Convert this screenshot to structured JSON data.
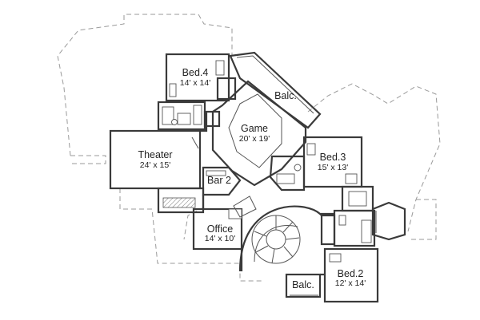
{
  "rooms": {
    "bed4": {
      "name": "Bed.4",
      "dims": "14' x 14'"
    },
    "balc_upper": {
      "name": "Balc.",
      "dims": ""
    },
    "game": {
      "name": "Game",
      "dims": "20' x 19'"
    },
    "theater": {
      "name": "Theater",
      "dims": "24' x 15'"
    },
    "bed3": {
      "name": "Bed.3",
      "dims": "15' x 13'"
    },
    "bar2": {
      "name": "Bar 2",
      "dims": ""
    },
    "office": {
      "name": "Office",
      "dims": "14' x 10'"
    },
    "bed2": {
      "name": "Bed.2",
      "dims": "12' x 14'"
    },
    "balc_lower": {
      "name": "Balc.",
      "dims": ""
    }
  },
  "colors": {
    "wall": "#3a3a3a",
    "outline_dashed": "#9a9a9a",
    "background": "#ffffff"
  }
}
